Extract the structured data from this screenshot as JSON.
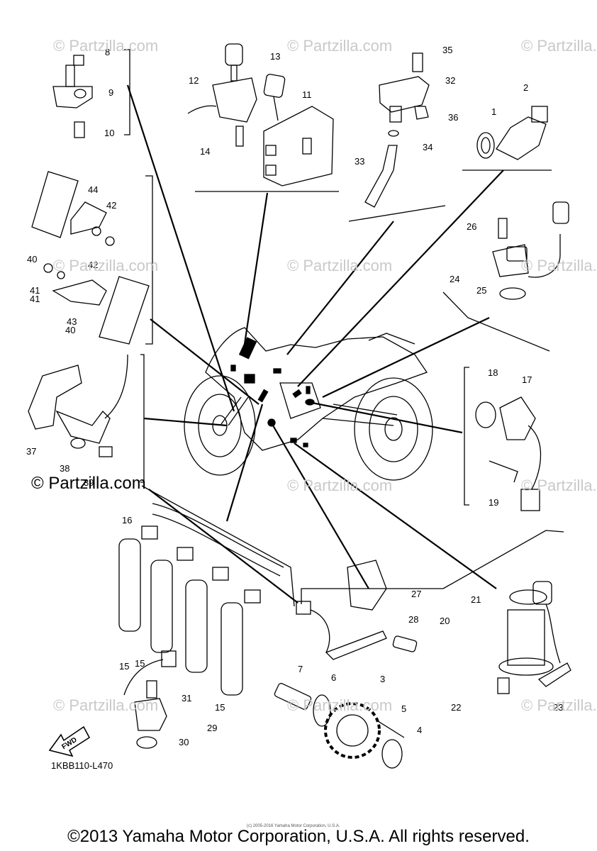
{
  "watermark": "© Partzilla.com",
  "main_watermark": "© Partzilla.com",
  "drawing_code": "1KBB110-L470",
  "fwd_label": "FWD",
  "fine_print": "(c) 2005-2016 Yamaha Motor Corporation, U.S.A.",
  "copyright": "©2013 Yamaha Motor Corporation, U.S.A. All rights reserved.",
  "callouts": [
    "1",
    "2",
    "3",
    "4",
    "5",
    "6",
    "7",
    "8",
    "9",
    "10",
    "11",
    "12",
    "13",
    "14",
    "15",
    "15",
    "15",
    "16",
    "17",
    "18",
    "19",
    "20",
    "21",
    "22",
    "23",
    "24",
    "25",
    "26",
    "27",
    "28",
    "29",
    "30",
    "31",
    "32",
    "33",
    "34",
    "35",
    "36",
    "37",
    "38",
    "39",
    "40",
    "40",
    "41",
    "41",
    "42",
    "42",
    "43",
    "44"
  ]
}
